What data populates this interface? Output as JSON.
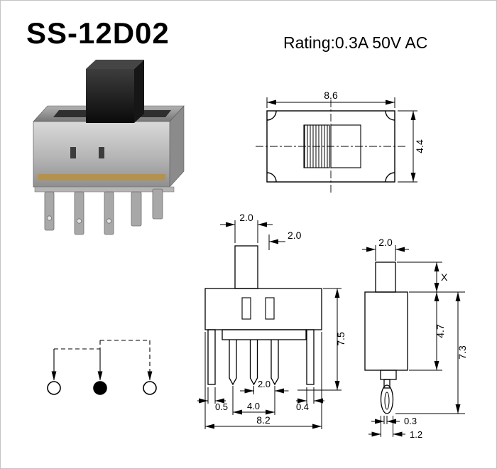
{
  "header": {
    "title": "SS-12D02",
    "rating": "Rating:0.3A 50V AC"
  },
  "views": {
    "top": {
      "label_width": "8.6",
      "label_height": "4.4"
    },
    "front": {
      "label_knob_width": "2.0",
      "label_knob_travel": "2.0",
      "label_body_height": "7.5",
      "label_pin_pitch": "2.0",
      "label_pin_width_left": "0.5",
      "label_pin_span": "4.0",
      "label_pin_width_right": "0.4",
      "label_overall_width": "8.2"
    },
    "side": {
      "label_knob_width": "2.0",
      "label_dim_x": "X",
      "label_body_height": "4.7",
      "label_overall_height": "7.3",
      "label_pin_thickness": "0.3",
      "label_pin_offset": "1.2"
    }
  },
  "schematic": {
    "poles": "1",
    "throws": "2"
  },
  "colors": {
    "line": "#000000",
    "background": "#ffffff",
    "knob": "#1a1a1a",
    "metal_body": "#aaaaaa",
    "contact_strip": "#b3924d"
  }
}
